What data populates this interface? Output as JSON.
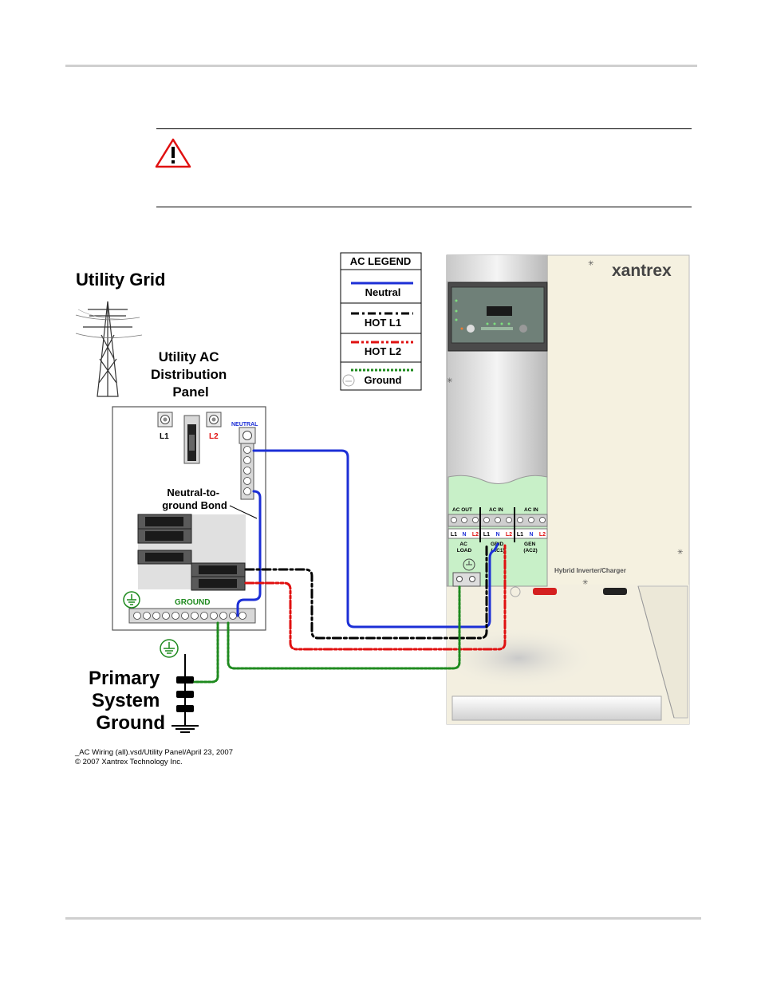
{
  "diagram": {
    "utility_grid_title": "Utility Grid",
    "panel_title": [
      "Utility AC",
      "Distribution",
      "Panel"
    ],
    "l1": "L1",
    "l2": "L2",
    "neutral": "NEUTRAL",
    "bond_label": [
      "Neutral-to-",
      "ground Bond"
    ],
    "ground": "GROUND",
    "primary_ground": [
      "Primary",
      "System",
      "Ground"
    ],
    "footer": [
      "_AC Wiring (all).vsd/Utility Panel/April 23, 2007",
      "© 2007 Xantrex Technology Inc."
    ],
    "brand": "xantrex",
    "device_name": "Hybrid Inverter/Charger",
    "terminals": {
      "ac_out": "AC OUT",
      "ac_in1": "AC IN",
      "ac_in2": "AC IN",
      "letters": [
        "L1",
        "N",
        "L2",
        "L1",
        "N",
        "L2",
        "L1",
        "N",
        "L2"
      ],
      "ac_load": [
        "AC",
        "LOAD"
      ],
      "grid": [
        "GRID",
        "(AC1)"
      ],
      "gen": [
        "GEN",
        "(AC2)"
      ]
    }
  },
  "legend": {
    "title": "AC LEGEND",
    "items": [
      {
        "label": "Neutral",
        "color": "#1c2fd6",
        "dash": "solid"
      },
      {
        "label": "HOT L1",
        "color": "#000000",
        "dash": "dashdot"
      },
      {
        "label": "HOT L2",
        "color": "#e01010",
        "dash": "dashdotdot"
      },
      {
        "label": "Ground",
        "color": "#1e8a1e",
        "dash": "dot"
      }
    ]
  },
  "colors": {
    "neutral": "#1c2fd6",
    "hot_l1": "#000000",
    "hot_l2": "#e01010",
    "ground": "#1e8a1e",
    "red_text": "#e01010",
    "green_text": "#1e8a1e",
    "blue_text": "#1c2fd6"
  }
}
